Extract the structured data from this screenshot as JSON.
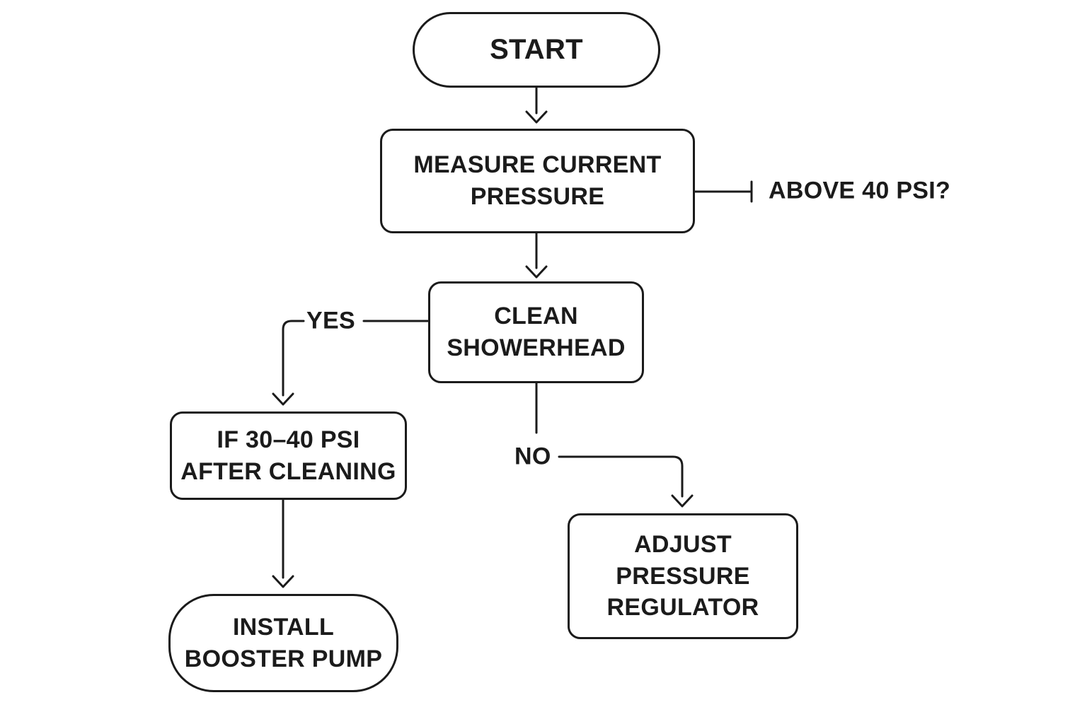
{
  "canvas": {
    "background_color": "#ffffff",
    "line_color": "#1b1b1b",
    "text_color": "#1b1b1b"
  },
  "nodes": {
    "start": {
      "label": "START"
    },
    "measure_pressure": {
      "label": "MEASURE CURRENT\nPRESSURE"
    },
    "clean_showerhead": {
      "label": "CLEAN\nSHOWERHEAD"
    },
    "if_30_40_psi": {
      "label": "IF 30–40 PSI\nAFTER CLEANING"
    },
    "install_booster_pump": {
      "label": "INSTALL\nBOOSTER PUMP"
    },
    "adjust_pressure_regulator": {
      "label": "ADJUST\nPRESSURE\nREGULATOR"
    }
  },
  "edge_labels": {
    "above_40_psi": "ABOVE 40 PSI?",
    "yes": "YES",
    "no": "NO"
  }
}
